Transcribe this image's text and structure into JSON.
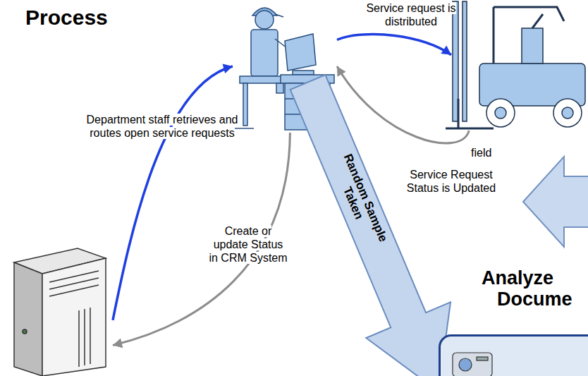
{
  "diagram": {
    "title": "Process",
    "nodes": [
      {
        "text": []
      },
      {
        "text": [
          "field"
        ]
      },
      {
        "text": []
      },
      {
        "text": []
      }
    ],
    "edges": [
      {
        "from": 2,
        "to": 0,
        "arrow": "to",
        "label": "Department staff retrieves and routes open service requests"
      },
      {
        "from": 0,
        "to": 1,
        "arrow": "to",
        "label": "Service request is distributed"
      },
      {
        "from": 1,
        "to": 0,
        "arrow": "to",
        "label": "Service Request Status is Updated"
      },
      {
        "from": 0,
        "to": 2,
        "arrow": "to",
        "label": "Create or update Status in CRM System"
      },
      {
        "from": 0,
        "to": 3,
        "arrow": "to",
        "label": "Random Sample Taken"
      }
    ],
    "labels": [
      "Analyze Docume"
    ]
  }
}
